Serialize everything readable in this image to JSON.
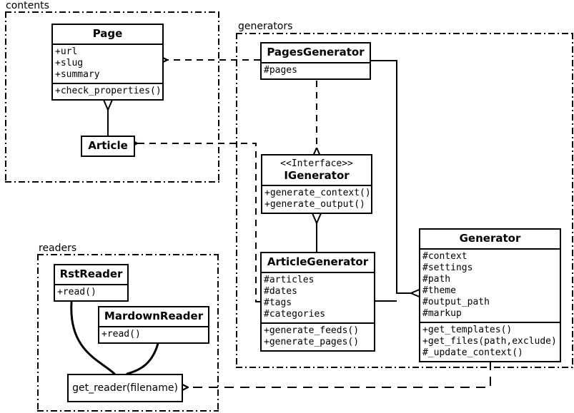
{
  "diagram": {
    "title": "Pelican architecture UML class diagram",
    "background": "#ffffff",
    "line_color": "#000000"
  },
  "packages": [
    {
      "id": "contents",
      "label": "contents"
    },
    {
      "id": "generators",
      "label": "generators"
    },
    {
      "id": "readers",
      "label": "readers"
    }
  ],
  "classes": {
    "page": {
      "name": "Page",
      "attributes": [
        "+url",
        "+slug",
        "+summary"
      ],
      "operations": [
        "+check_properties()"
      ]
    },
    "article": {
      "name": "Article",
      "attributes": [],
      "operations": []
    },
    "pages_generator": {
      "name": "PagesGenerator",
      "attributes": [
        "#pages"
      ],
      "operations": []
    },
    "igenerator": {
      "stereotype": "<<Interface>>",
      "name": "IGenerator",
      "attributes": [],
      "operations": [
        "+generate_context()",
        "+generate_output()"
      ]
    },
    "article_generator": {
      "name": "ArticleGenerator",
      "attributes": [
        "#articles",
        "#dates",
        "#tags",
        "#categories"
      ],
      "operations": [
        "+generate_feeds()",
        "+generate_pages()"
      ]
    },
    "generator": {
      "name": "Generator",
      "attributes": [
        "#context",
        "#settings",
        "#path",
        "#theme",
        "#output_path",
        "#markup"
      ],
      "operations": [
        "+get_templates()",
        "+get_files(path,exclude)",
        "#_update_context()"
      ]
    },
    "rst_reader": {
      "name": "RstReader",
      "attributes": [],
      "operations": [
        "+read()"
      ]
    },
    "mardown_reader": {
      "name": "MardownReader",
      "attributes": [],
      "operations": [
        "+read()"
      ]
    },
    "get_reader": {
      "name": "get_reader(filename)"
    }
  },
  "relations": [
    {
      "id": "article-inherits-page",
      "from": "article",
      "to": "page",
      "type": "generalization"
    },
    {
      "id": "pagesgenerator-uses-page",
      "from": "pages_generator",
      "to": "page",
      "type": "dependency"
    },
    {
      "id": "articlegenerator-uses-article",
      "from": "article_generator",
      "to": "article",
      "type": "dependency"
    },
    {
      "id": "pagesgenerator-realizes-igenerator",
      "from": "pages_generator",
      "to": "igenerator",
      "type": "realization"
    },
    {
      "id": "articlegenerator-implements-igenerator",
      "from": "article_generator",
      "to": "igenerator",
      "type": "generalization"
    },
    {
      "id": "pagesgenerator-inherits-generator",
      "from": "pages_generator",
      "to": "generator",
      "type": "generalization"
    },
    {
      "id": "articlegenerator-inherits-generator",
      "from": "article_generator",
      "to": "generator",
      "type": "generalization"
    },
    {
      "id": "generator-uses-get-reader",
      "from": "generator",
      "to": "get_reader",
      "type": "dependency"
    },
    {
      "id": "get-reader-returns-rstreader",
      "from": "get_reader",
      "to": "rst_reader",
      "type": "association"
    },
    {
      "id": "get-reader-returns-mardownreader",
      "from": "get_reader",
      "to": "mardown_reader",
      "type": "association"
    }
  ]
}
